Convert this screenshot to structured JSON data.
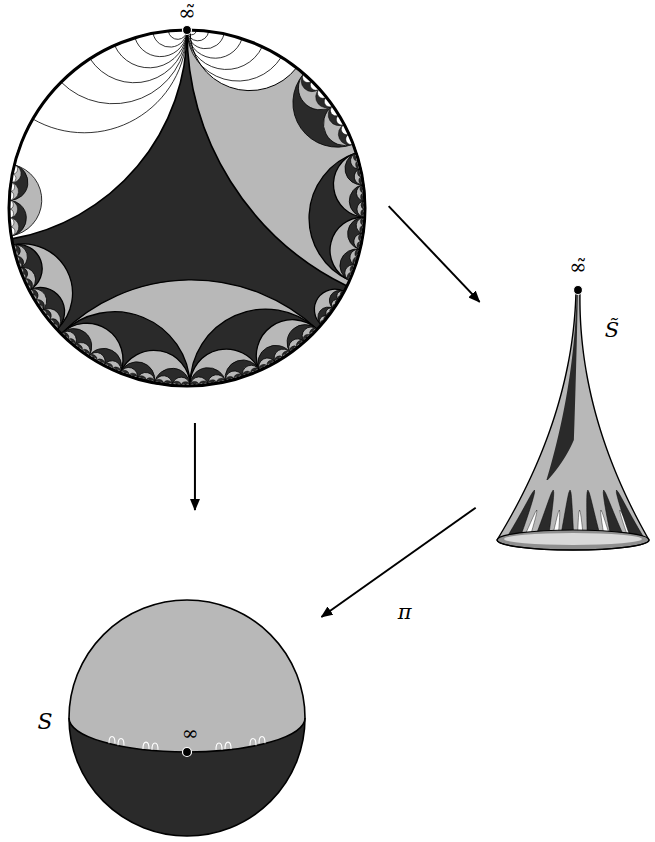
{
  "diagram": {
    "nodes": [
      {
        "text": [
          "∞̃"
        ]
      },
      {
        "text": [
          "∞̃",
          "S̃"
        ]
      },
      {
        "text": [
          "S",
          "∞"
        ]
      }
    ],
    "edges": [
      {
        "from": 0,
        "to": 1,
        "arrow": "to"
      },
      {
        "from": 0,
        "to": 2,
        "arrow": "to"
      },
      {
        "from": 1,
        "to": 2,
        "arrow": "to",
        "label": "π"
      }
    ]
  }
}
